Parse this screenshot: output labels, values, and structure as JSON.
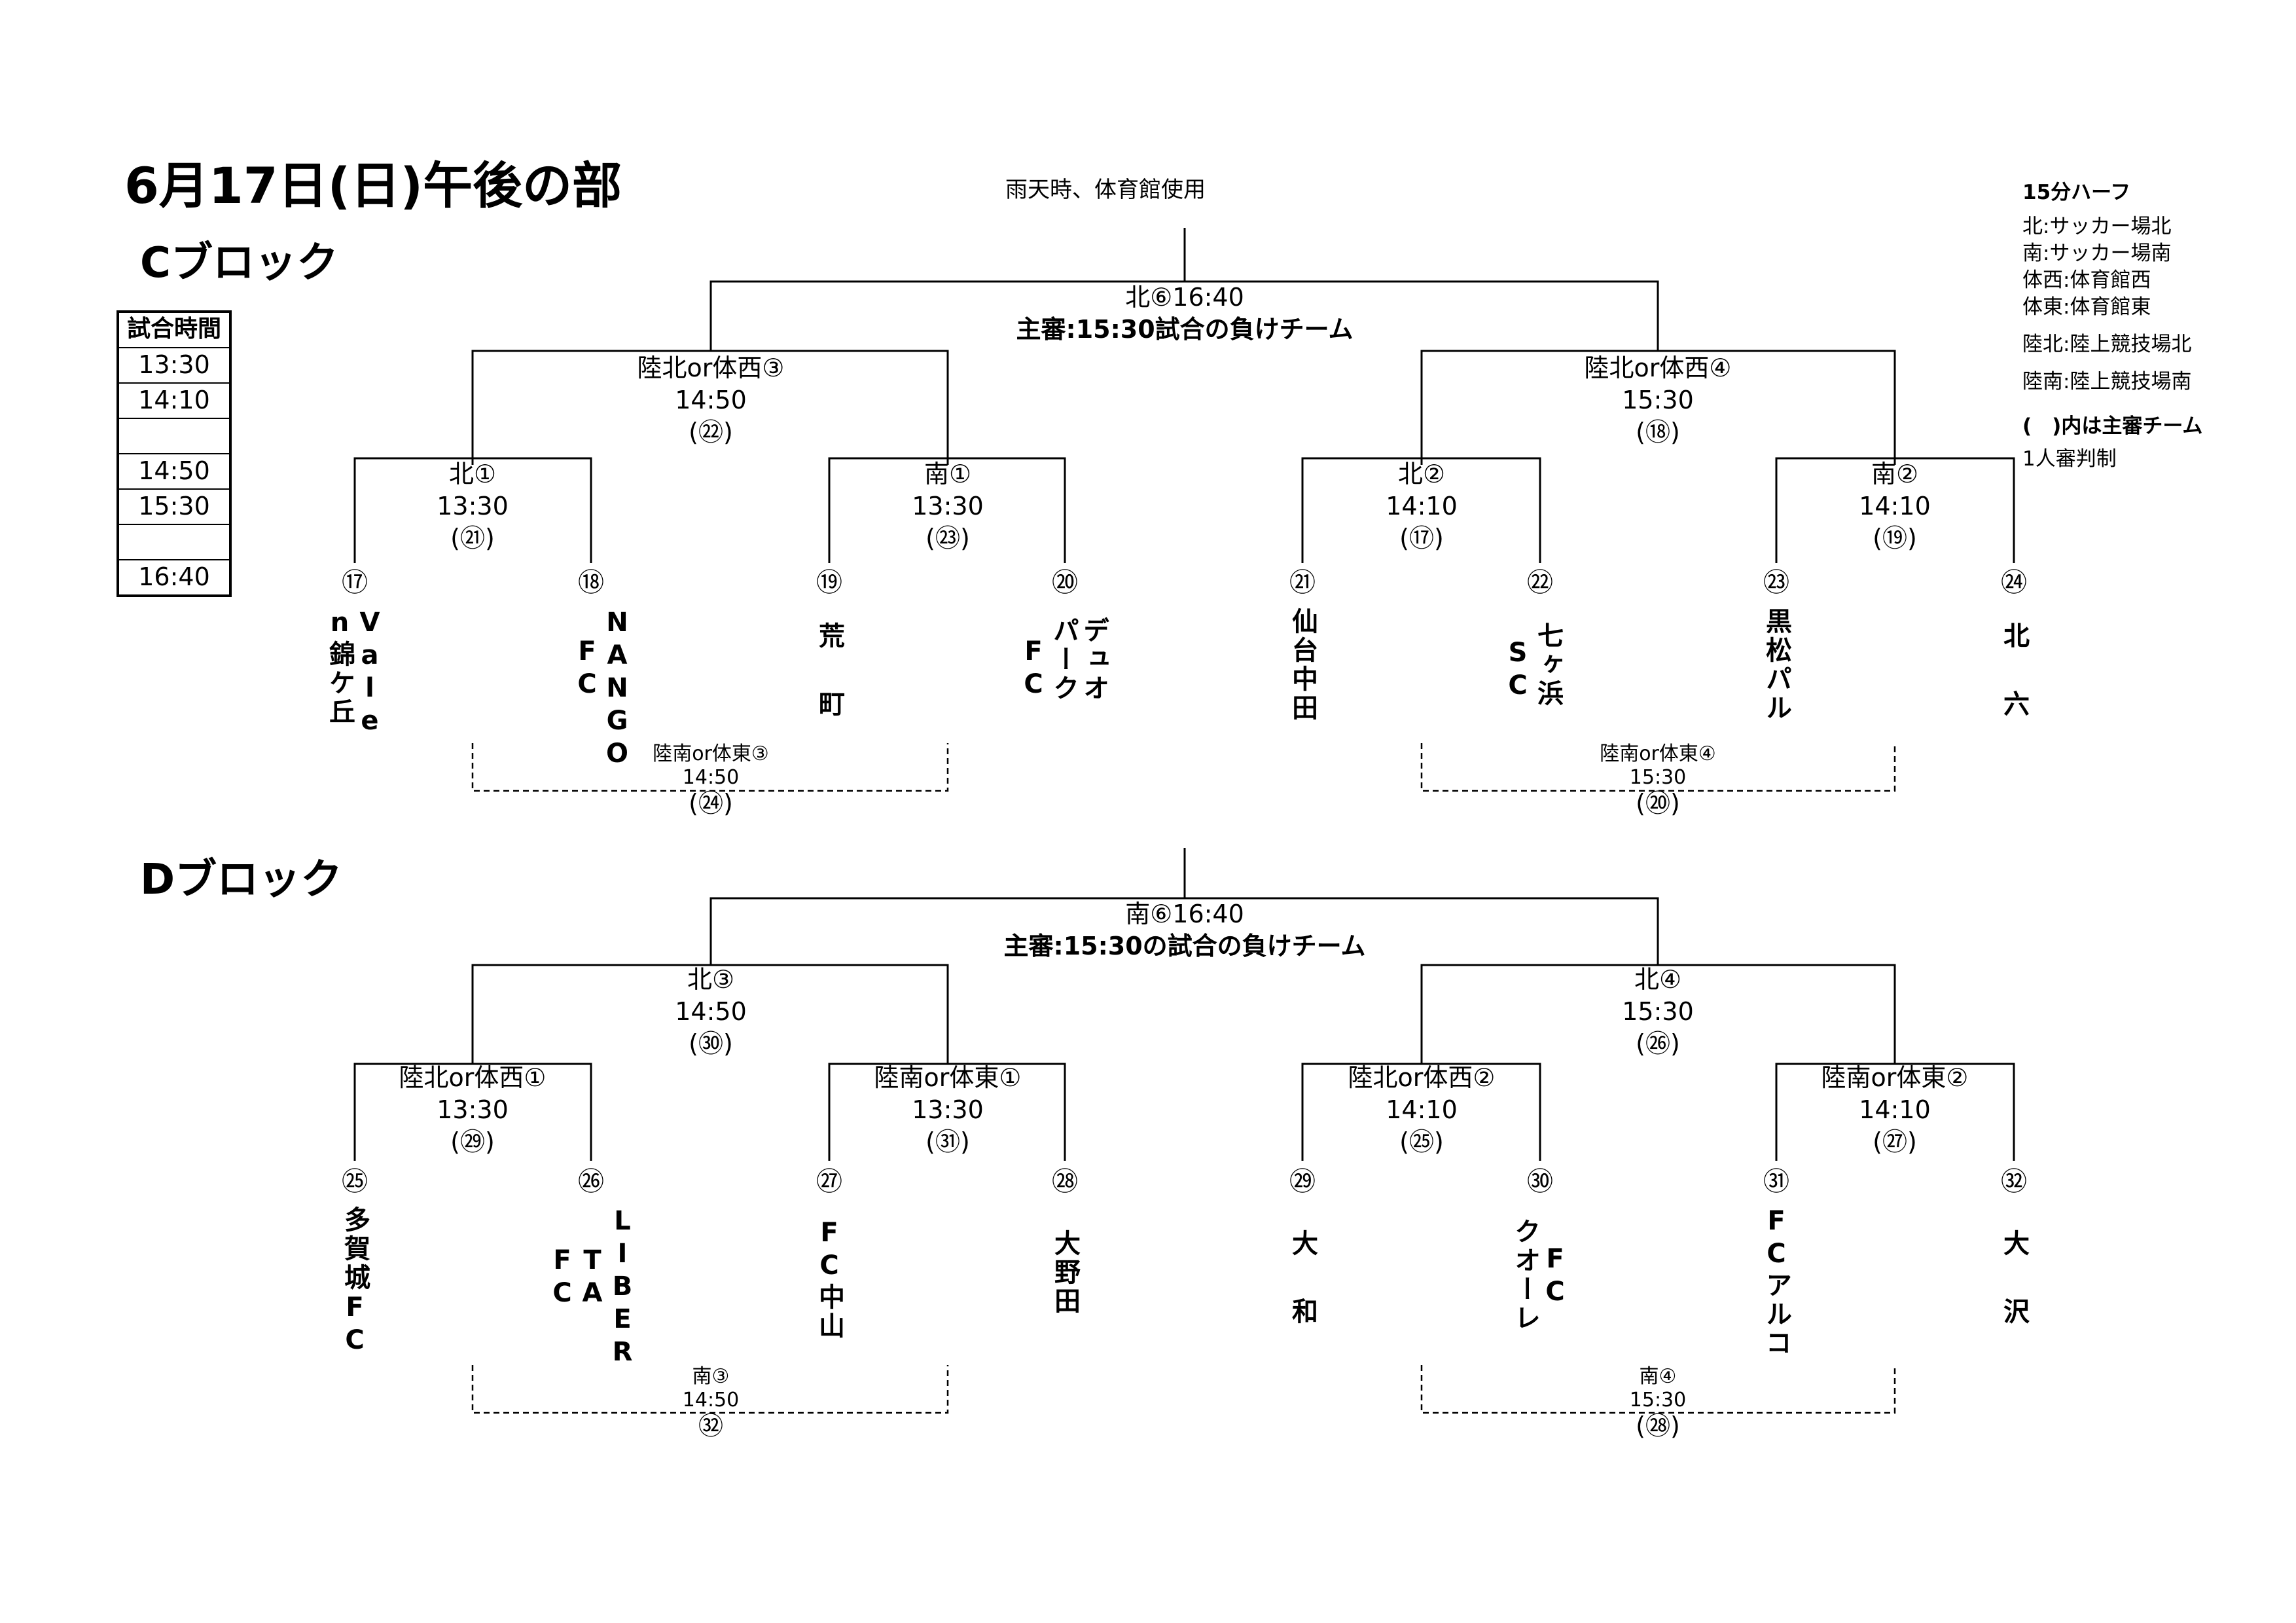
{
  "page": {
    "title": "6月17日(日)午後の部",
    "rain_note": "雨天時、体育館使用"
  },
  "legend": {
    "format": "15分ハーフ",
    "venues": [
      "北:サッカー場北",
      "南:サッカー場南",
      "体西:体育館西",
      "体東:体育館東",
      "陸北:陸上競技場北",
      "陸南:陸上競技場南"
    ],
    "referee_note": "(　)内は主審チーム",
    "single_ref": "1人審判制"
  },
  "schedule": {
    "header": "試合時間",
    "times": [
      "13:30",
      "14:10",
      "",
      "14:50",
      "15:30",
      "",
      "16:40"
    ]
  },
  "blocks": [
    {
      "name": "Cブロック",
      "final": {
        "venue_time": "北⑥16:40",
        "referee": "主審:15:30試合の負けチーム"
      },
      "semis": [
        {
          "venue": "陸北or体西③",
          "time": "14:50",
          "ref": "(㉒)"
        },
        {
          "venue": "陸北or体西④",
          "time": "15:30",
          "ref": "(⑱)"
        }
      ],
      "quarters": [
        {
          "venue": "北①",
          "time": "13:30",
          "ref": "(㉑)"
        },
        {
          "venue": "南①",
          "time": "13:30",
          "ref": "(㉓)"
        },
        {
          "venue": "北②",
          "time": "14:10",
          "ref": "(⑰)"
        },
        {
          "venue": "南②",
          "time": "14:10",
          "ref": "(⑲)"
        }
      ],
      "nums": [
        "⑰",
        "⑱",
        "⑲",
        "⑳",
        "㉑",
        "㉒",
        "㉓",
        "㉔"
      ],
      "teams": [
        [
          "Vale",
          "n錦ケ丘"
        ],
        [
          "NANGO",
          "FC"
        ],
        [
          "荒　町"
        ],
        [
          "デュオ",
          "パーク",
          "FC"
        ],
        [
          "仙台中田"
        ],
        [
          "七ヶ浜",
          "SC"
        ],
        [
          "黒松パル"
        ],
        [
          "北　六"
        ]
      ],
      "placement": [
        {
          "venue": "陸南or体東③",
          "time": "14:50",
          "ref": "(㉔)"
        },
        {
          "venue": "陸南or体東④",
          "time": "15:30",
          "ref": "(⑳)"
        }
      ]
    },
    {
      "name": "Dブロック",
      "final": {
        "venue_time": "南⑥16:40",
        "referee": "主審:15:30の試合の負けチーム"
      },
      "semis": [
        {
          "venue": "北③",
          "time": "14:50",
          "ref": "(㉚)"
        },
        {
          "venue": "北④",
          "time": "15:30",
          "ref": "(㉖)"
        }
      ],
      "quarters": [
        {
          "venue": "陸北or体西①",
          "time": "13:30",
          "ref": "(㉙)"
        },
        {
          "venue": "陸南or体東①",
          "time": "13:30",
          "ref": "(㉛)"
        },
        {
          "venue": "陸北or体西②",
          "time": "14:10",
          "ref": "(㉕)"
        },
        {
          "venue": "陸南or体東②",
          "time": "14:10",
          "ref": "(㉗)"
        }
      ],
      "nums": [
        "㉕",
        "㉖",
        "㉗",
        "㉘",
        "㉙",
        "㉚",
        "㉛",
        "㉜"
      ],
      "teams": [
        [
          "多賀城FC"
        ],
        [
          "LIBER",
          "TA",
          "FC"
        ],
        [
          "FC中山"
        ],
        [
          "大野田"
        ],
        [
          "大　和"
        ],
        [
          "FC",
          "クオーレ"
        ],
        [
          "FCアルコ"
        ],
        [
          "大　沢"
        ]
      ],
      "placement": [
        {
          "venue": "南③",
          "time": "14:50",
          "ref": "㉜"
        },
        {
          "venue": "南④",
          "time": "15:30",
          "ref": "(㉘)"
        }
      ]
    }
  ]
}
